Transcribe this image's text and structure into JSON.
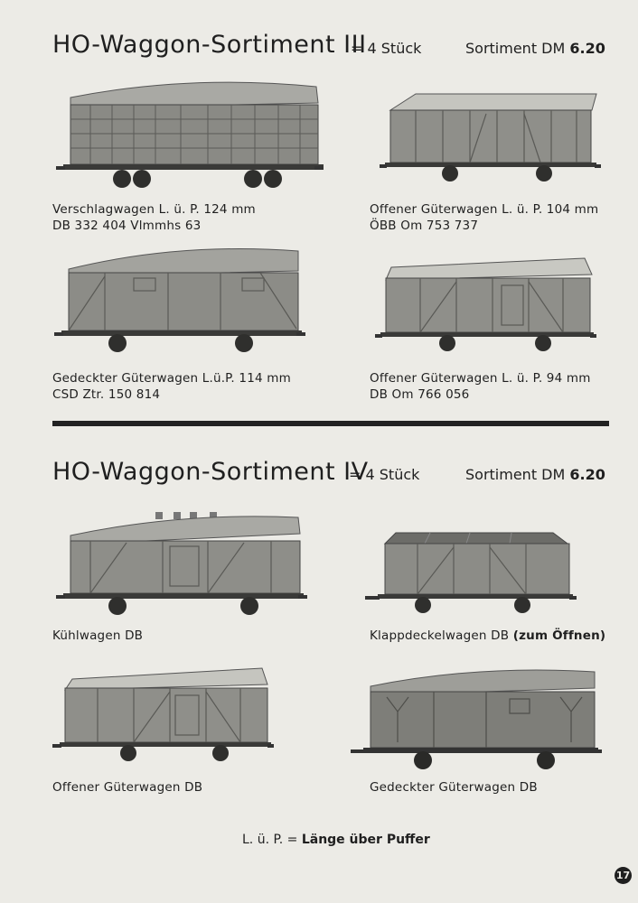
{
  "sections": [
    {
      "title": "HO-Waggon-Sortiment III",
      "count": "= 4 Stück",
      "price_label": "Sortiment DM",
      "price_value": "6.20",
      "items": [
        {
          "line1": "Verschlagwagen  L. ü. P.  124 mm",
          "line2": "DB 332 404  Vlmmhs 63"
        },
        {
          "line1": "Offener Güterwagen  L. ü. P.  104 mm",
          "line2": "ÖBB  Om 753 737"
        },
        {
          "line1": "Gedeckter Güterwagen L.ü.P. 114 mm",
          "line2": "CSD  Ztr.  150 814"
        },
        {
          "line1": "Offener Güterwagen  L. ü. P.  94 mm",
          "line2": "DB  Om  766 056"
        }
      ]
    },
    {
      "title": "HO-Waggon-Sortiment IV",
      "count": "= 4 Stück",
      "price_label": "Sortiment DM",
      "price_value": "6.20",
      "items": [
        {
          "line1": "Kühlwagen DB"
        },
        {
          "line1": "Klappdeckelwagen  DB",
          "line1_bold": "(zum Öffnen)"
        },
        {
          "line1": "Offener Güterwagen  DB"
        },
        {
          "line1": "Gedeckter Güterwagen  DB"
        }
      ]
    }
  ],
  "footnote": {
    "abbr": "L. ü. P. =",
    "text": "Länge über Puffer"
  },
  "page_number": "17"
}
